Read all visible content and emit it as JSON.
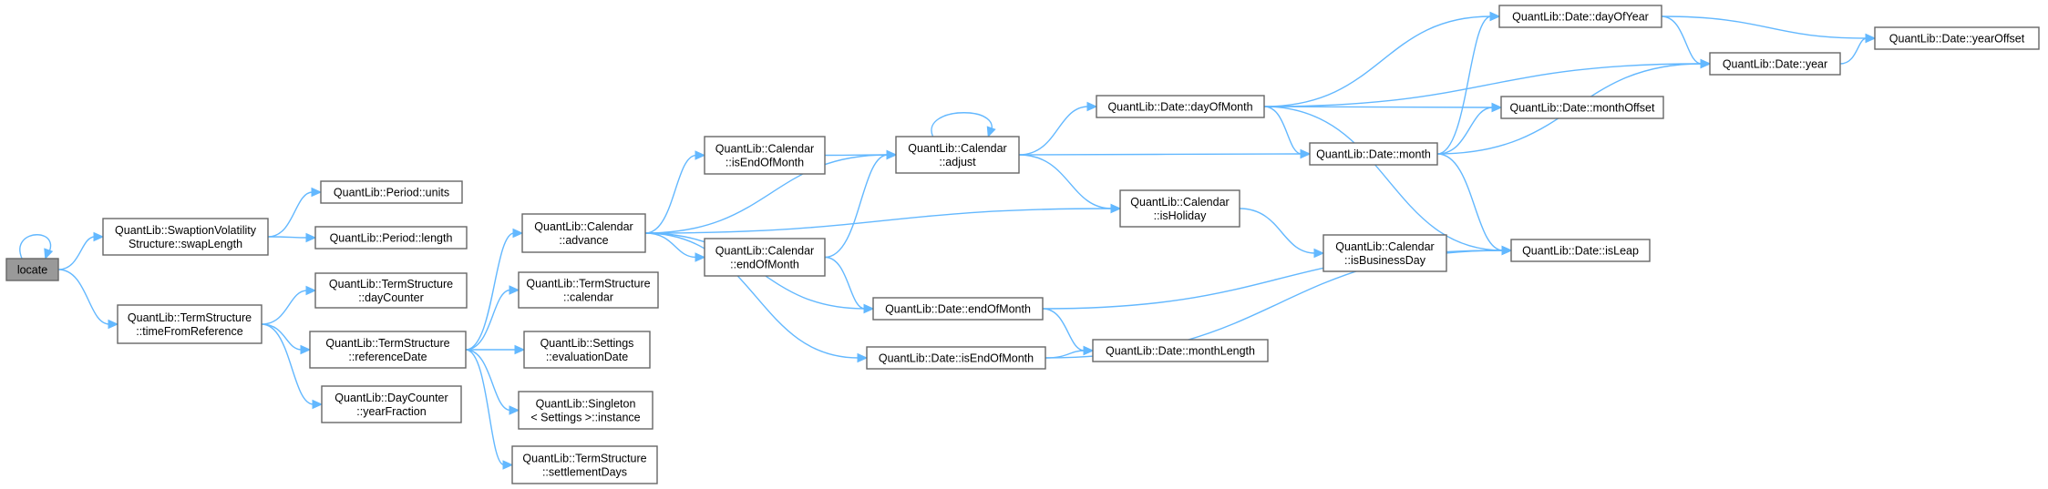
{
  "diagram": {
    "type": "call-graph",
    "nodes": [
      {
        "id": "locate",
        "lines": [
          "locate"
        ],
        "root": true
      },
      {
        "id": "swaplength",
        "lines": [
          "QuantLib::SwaptionVolatility",
          "Structure::swapLength"
        ]
      },
      {
        "id": "timefromref",
        "lines": [
          "QuantLib::TermStructure",
          "::timeFromReference"
        ]
      },
      {
        "id": "periodunits",
        "lines": [
          "QuantLib::Period::units"
        ]
      },
      {
        "id": "periodlength",
        "lines": [
          "QuantLib::Period::length"
        ]
      },
      {
        "id": "daycounter",
        "lines": [
          "QuantLib::TermStructure",
          "::dayCounter"
        ]
      },
      {
        "id": "referencedate",
        "lines": [
          "QuantLib::TermStructure",
          "::referenceDate"
        ]
      },
      {
        "id": "yearfraction",
        "lines": [
          "QuantLib::DayCounter",
          "::yearFraction"
        ]
      },
      {
        "id": "caladvance",
        "lines": [
          "QuantLib::Calendar",
          "::advance"
        ]
      },
      {
        "id": "tscalendar",
        "lines": [
          "QuantLib::TermStructure",
          "::calendar"
        ]
      },
      {
        "id": "evaldate",
        "lines": [
          "QuantLib::Settings",
          "::evaluationDate"
        ]
      },
      {
        "id": "singleton",
        "lines": [
          "QuantLib::Singleton",
          "< Settings >::instance"
        ]
      },
      {
        "id": "settlementdays",
        "lines": [
          "QuantLib::TermStructure",
          "::settlementDays"
        ]
      },
      {
        "id": "isendofmonth_cal",
        "lines": [
          "QuantLib::Calendar",
          "::isEndOfMonth"
        ]
      },
      {
        "id": "endofmonth_cal",
        "lines": [
          "QuantLib::Calendar",
          "::endOfMonth"
        ]
      },
      {
        "id": "caladjust",
        "lines": [
          "QuantLib::Calendar",
          "::adjust"
        ]
      },
      {
        "id": "dateendofmonth",
        "lines": [
          "QuantLib::Date::endOfMonth"
        ]
      },
      {
        "id": "dateisendofmonth",
        "lines": [
          "QuantLib::Date::isEndOfMonth"
        ]
      },
      {
        "id": "dayofmonth",
        "lines": [
          "QuantLib::Date::dayOfMonth"
        ]
      },
      {
        "id": "calisholiday",
        "lines": [
          "QuantLib::Calendar",
          "::isHoliday"
        ]
      },
      {
        "id": "monthlength",
        "lines": [
          "QuantLib::Date::monthLength"
        ]
      },
      {
        "id": "calisbusinessday",
        "lines": [
          "QuantLib::Calendar",
          "::isBusinessDay"
        ]
      },
      {
        "id": "datemonth",
        "lines": [
          "QuantLib::Date::month"
        ]
      },
      {
        "id": "dayofyear",
        "lines": [
          "QuantLib::Date::dayOfYear"
        ]
      },
      {
        "id": "monthoffset",
        "lines": [
          "QuantLib::Date::monthOffset"
        ]
      },
      {
        "id": "isleap",
        "lines": [
          "QuantLib::Date::isLeap"
        ]
      },
      {
        "id": "dateyear",
        "lines": [
          "QuantLib::Date::year"
        ]
      },
      {
        "id": "yearoffset",
        "lines": [
          "QuantLib::Date::yearOffset"
        ]
      }
    ],
    "edges": [
      [
        "locate",
        "locate"
      ],
      [
        "locate",
        "swaplength"
      ],
      [
        "locate",
        "timefromref"
      ],
      [
        "swaplength",
        "periodunits"
      ],
      [
        "swaplength",
        "periodlength"
      ],
      [
        "timefromref",
        "daycounter"
      ],
      [
        "timefromref",
        "referencedate"
      ],
      [
        "timefromref",
        "yearfraction"
      ],
      [
        "referencedate",
        "caladvance"
      ],
      [
        "referencedate",
        "tscalendar"
      ],
      [
        "referencedate",
        "evaldate"
      ],
      [
        "referencedate",
        "singleton"
      ],
      [
        "referencedate",
        "settlementdays"
      ],
      [
        "caladvance",
        "caladjust"
      ],
      [
        "caladvance",
        "isendofmonth_cal"
      ],
      [
        "caladvance",
        "endofmonth_cal"
      ],
      [
        "caladvance",
        "calisholiday"
      ],
      [
        "caladvance",
        "dateendofmonth"
      ],
      [
        "caladvance",
        "dateisendofmonth"
      ],
      [
        "isendofmonth_cal",
        "caladjust"
      ],
      [
        "endofmonth_cal",
        "caladjust"
      ],
      [
        "endofmonth_cal",
        "dateendofmonth"
      ],
      [
        "caladjust",
        "caladjust"
      ],
      [
        "caladjust",
        "dayofmonth"
      ],
      [
        "caladjust",
        "calisholiday"
      ],
      [
        "caladjust",
        "datemonth"
      ],
      [
        "dateendofmonth",
        "monthlength"
      ],
      [
        "dateendofmonth",
        "isleap"
      ],
      [
        "dateisendofmonth",
        "monthlength"
      ],
      [
        "dateisendofmonth",
        "isleap"
      ],
      [
        "calisholiday",
        "calisbusinessday"
      ],
      [
        "dayofmonth",
        "dayofyear"
      ],
      [
        "dayofmonth",
        "dateyear"
      ],
      [
        "dayofmonth",
        "monthoffset"
      ],
      [
        "dayofmonth",
        "datemonth"
      ],
      [
        "dayofmonth",
        "isleap"
      ],
      [
        "datemonth",
        "dayofyear"
      ],
      [
        "datemonth",
        "monthoffset"
      ],
      [
        "datemonth",
        "dateyear"
      ],
      [
        "datemonth",
        "isleap"
      ],
      [
        "dayofyear",
        "dateyear"
      ],
      [
        "dayofyear",
        "yearoffset"
      ],
      [
        "dateyear",
        "yearoffset"
      ]
    ]
  }
}
